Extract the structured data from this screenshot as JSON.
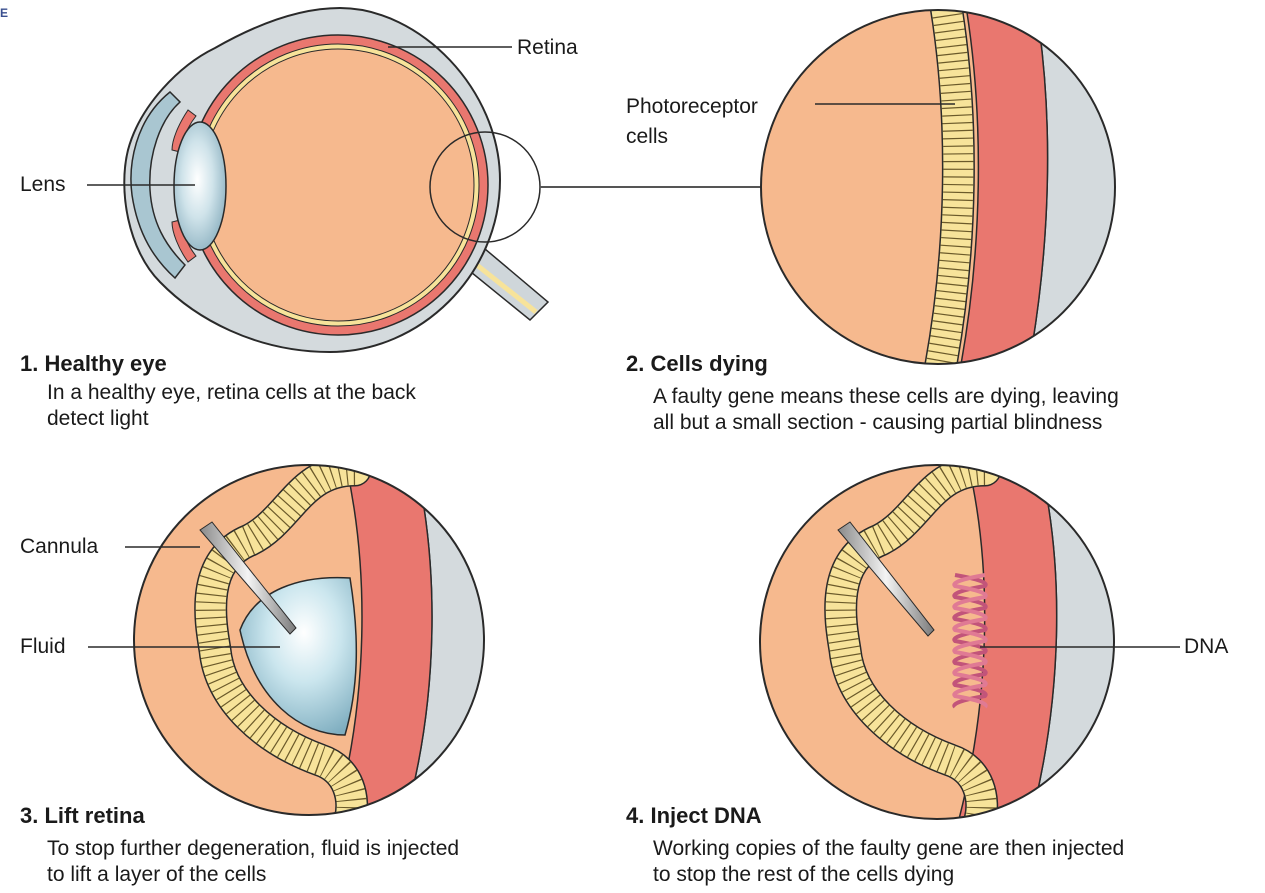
{
  "corner_mark": "E",
  "labels": {
    "retina": "Retina",
    "lens": "Lens",
    "photoreceptor": "Photoreceptor\ncells",
    "cannula": "Cannula",
    "fluid": "Fluid",
    "dna": "DNA"
  },
  "steps": [
    {
      "title": "1. Healthy eye",
      "text": "In a healthy eye, retina cells at the back\ndetect light"
    },
    {
      "title": "2. Cells dying",
      "text": "A faulty gene means these cells are dying, leaving\nall but a small section - causing partial blindness"
    },
    {
      "title": "3. Lift retina",
      "text": "To stop further degeneration, fluid is injected\nto lift a layer of the cells"
    },
    {
      "title": "4. Inject DNA",
      "text": "Working copies of the faulty gene are then injected\nto stop the rest of the cells dying"
    }
  ],
  "colors": {
    "eye_interior": "#f6b98e",
    "retina_red": "#e9776f",
    "sclera_grey": "#d4dadd",
    "cells_yellow": "#f7e39a",
    "fluid_blue": "#b9dbe6",
    "outline": "#2a2a2a"
  }
}
